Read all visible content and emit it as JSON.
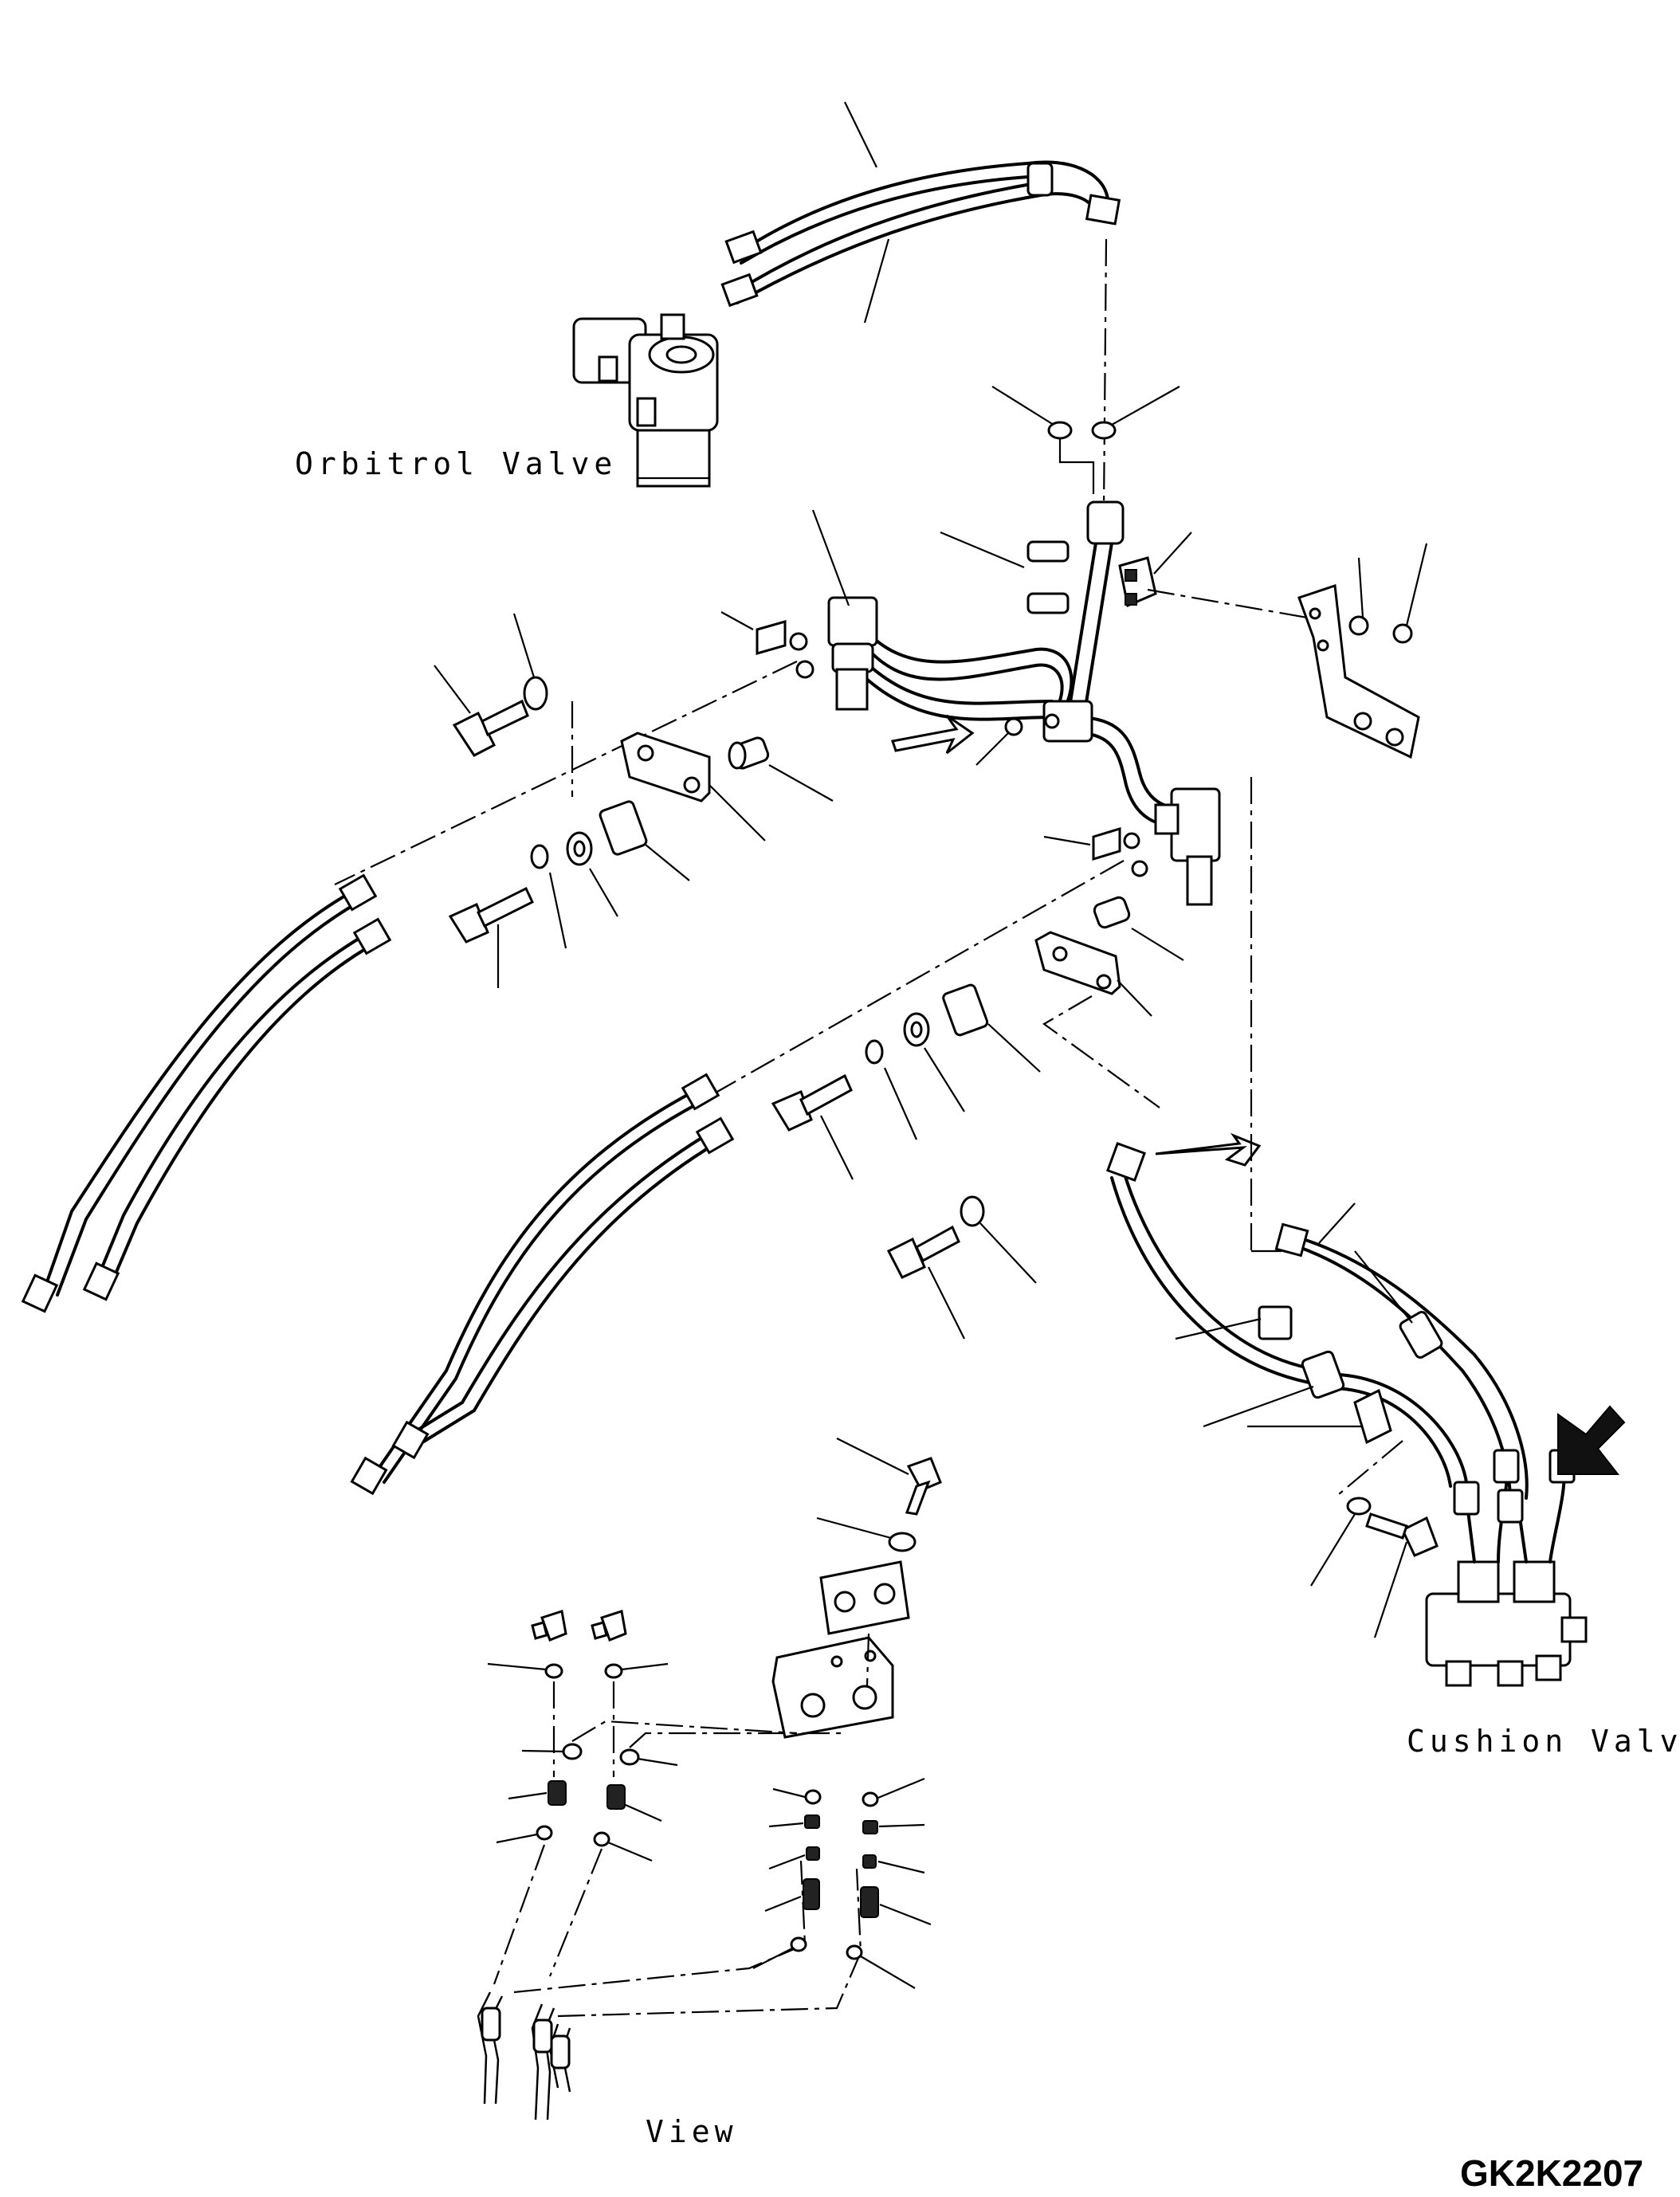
{
  "labels": {
    "orbitrol": "Orbitrol Valve",
    "cushion": "Cushion Valve",
    "view": "View"
  },
  "drawing_code": "GK2K2207",
  "icons": {
    "direction_arrow": "bold-arrow-icon",
    "pointer_arrows": "pointer-arrow-icon"
  }
}
